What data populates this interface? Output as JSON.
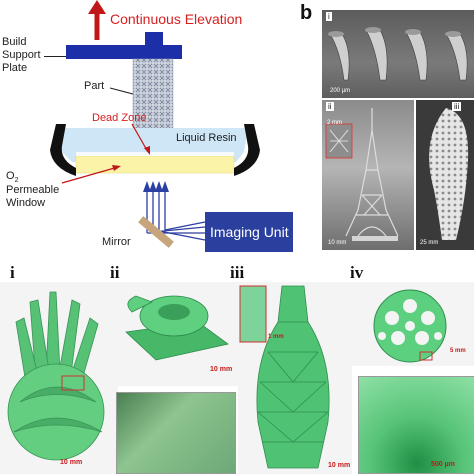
{
  "panel_a": {
    "elevation_label": "Continuous Elevation",
    "build_plate_label": "Build\nSupport\nPlate",
    "part_label": "Part",
    "dead_zone_label": "Dead Zone",
    "liquid_resin_label": "Liquid Resin",
    "o2_prefix": "O",
    "o2_sub": "2",
    "window_label": "Permeable\nWindow",
    "mirror_label": "Mirror",
    "imaging_unit_label": "Imaging Unit",
    "colors": {
      "arrow": "#c01818",
      "plate": "#1c2fa8",
      "resin": "#cfe6f6",
      "window": "#fbf4a8",
      "imaging": "#2a3f9e"
    }
  },
  "panel_b": {
    "letter": "b",
    "i": {
      "numeral": "i",
      "scale": "200 µm"
    },
    "ii": {
      "numeral": "ii",
      "inset_scale": "2 mm",
      "scale": "10 mm"
    },
    "iii": {
      "numeral": "iii",
      "scale": "25 mm"
    }
  },
  "panel_c": {
    "i": {
      "numeral": "i",
      "scale": "10 mm"
    },
    "ii": {
      "numeral": "ii",
      "scale": "10 mm"
    },
    "iii": {
      "numeral": "iii",
      "inset_scale": "1 mm",
      "scale": "10 mm"
    },
    "iv": {
      "numeral": "iv",
      "inset_scale": "5 mm",
      "scale": "500 µm"
    }
  }
}
